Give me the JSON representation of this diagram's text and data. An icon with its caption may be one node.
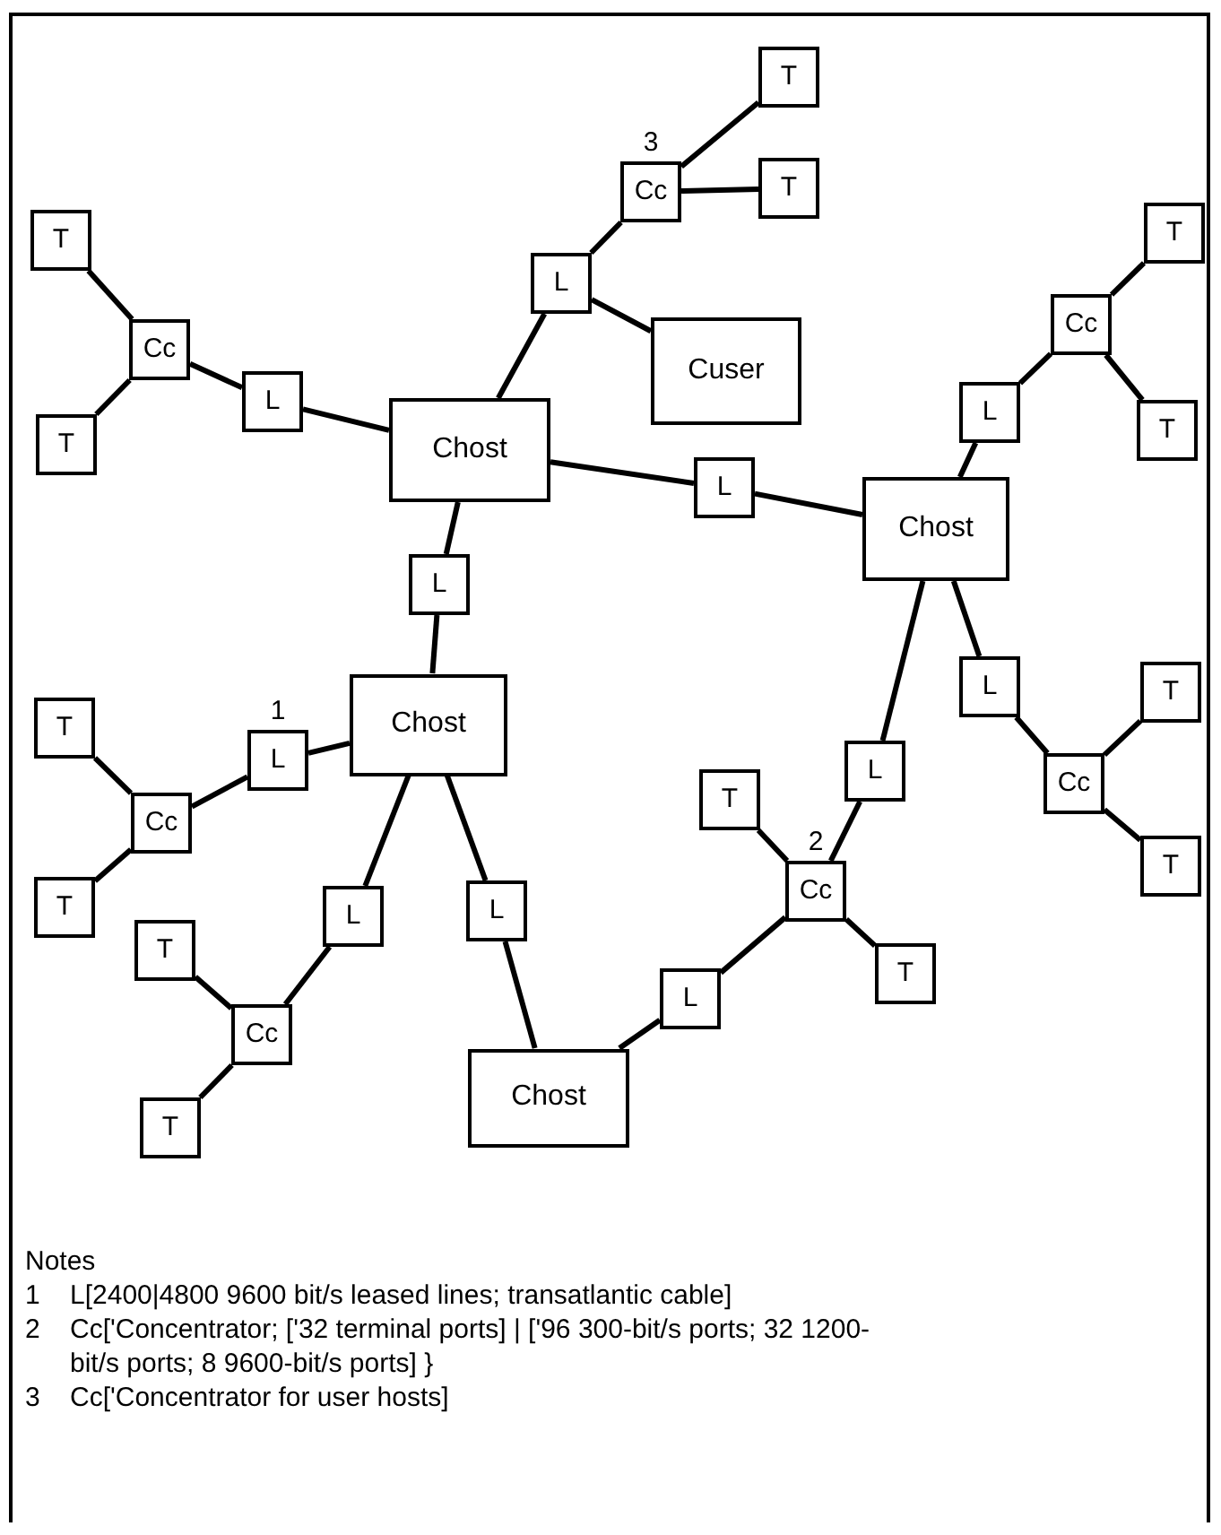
{
  "diagram": {
    "nodes": [
      {
        "text": [
          "T"
        ]
      },
      {
        "text": [
          "Cc"
        ],
        "beside": [
          "3"
        ]
      },
      {
        "text": [
          "T"
        ]
      },
      {
        "text": [
          "T"
        ]
      },
      {
        "text": [
          "T"
        ]
      },
      {
        "text": [
          "L"
        ]
      },
      {
        "text": [
          "Cc"
        ]
      },
      {
        "text": [
          "Cc"
        ]
      },
      {
        "text": [
          "Cuser"
        ]
      },
      {
        "text": [
          "L"
        ]
      },
      {
        "text": [
          "L"
        ]
      },
      {
        "text": [
          "T"
        ]
      },
      {
        "text": [
          "T"
        ]
      },
      {
        "text": [
          "Chost"
        ]
      },
      {
        "text": [
          "L"
        ]
      },
      {
        "text": [
          "Chost"
        ]
      },
      {
        "text": [
          "L"
        ]
      },
      {
        "text": [
          "L"
        ]
      },
      {
        "text": [
          "T"
        ]
      },
      {
        "text": [
          "Chost"
        ]
      },
      {
        "text": [
          "T"
        ]
      },
      {
        "text": [
          "L"
        ],
        "beside": [
          "1"
        ]
      },
      {
        "text": [
          "L"
        ]
      },
      {
        "text": [
          "Cc"
        ]
      },
      {
        "text": [
          "T"
        ]
      },
      {
        "text": [
          "Cc"
        ]
      },
      {
        "text": [
          "T"
        ]
      },
      {
        "text": [
          "Cc"
        ],
        "beside": [
          "2"
        ]
      },
      {
        "text": [
          "T"
        ]
      },
      {
        "text": [
          "L"
        ]
      },
      {
        "text": [
          "L"
        ]
      },
      {
        "text": [
          "T"
        ]
      },
      {
        "text": [
          "T"
        ]
      },
      {
        "text": [
          "L"
        ]
      },
      {
        "text": [
          "Cc"
        ]
      },
      {
        "text": [
          "Chost"
        ]
      },
      {
        "text": [
          "T"
        ]
      }
    ],
    "edges": [
      {
        "from": 1,
        "to": 0,
        "arrow": "none"
      },
      {
        "from": 1,
        "to": 2,
        "arrow": "none"
      },
      {
        "from": 5,
        "to": 1,
        "arrow": "none"
      },
      {
        "from": 13,
        "to": 5,
        "arrow": "none"
      },
      {
        "from": 5,
        "to": 8,
        "arrow": "none"
      },
      {
        "from": 7,
        "to": 4,
        "arrow": "none"
      },
      {
        "from": 7,
        "to": 12,
        "arrow": "none"
      },
      {
        "from": 9,
        "to": 7,
        "arrow": "none"
      },
      {
        "from": 13,
        "to": 9,
        "arrow": "none"
      },
      {
        "from": 13,
        "to": 14,
        "arrow": "none"
      },
      {
        "from": 14,
        "to": 15,
        "arrow": "none"
      },
      {
        "from": 15,
        "to": 10,
        "arrow": "none"
      },
      {
        "from": 10,
        "to": 6,
        "arrow": "none"
      },
      {
        "from": 6,
        "to": 3,
        "arrow": "none"
      },
      {
        "from": 6,
        "to": 11,
        "arrow": "none"
      },
      {
        "from": 13,
        "to": 16,
        "arrow": "none"
      },
      {
        "from": 16,
        "to": 19,
        "arrow": "none"
      },
      {
        "from": 15,
        "to": 17,
        "arrow": "none"
      },
      {
        "from": 17,
        "to": 23,
        "arrow": "none"
      },
      {
        "from": 23,
        "to": 18,
        "arrow": "none"
      },
      {
        "from": 23,
        "to": 26,
        "arrow": "none"
      },
      {
        "from": 15,
        "to": 22,
        "arrow": "none"
      },
      {
        "from": 22,
        "to": 27,
        "arrow": "none"
      },
      {
        "from": 27,
        "to": 24,
        "arrow": "none"
      },
      {
        "from": 27,
        "to": 32,
        "arrow": "none"
      },
      {
        "from": 19,
        "to": 21,
        "arrow": "none"
      },
      {
        "from": 21,
        "to": 25,
        "arrow": "none"
      },
      {
        "from": 25,
        "to": 20,
        "arrow": "none"
      },
      {
        "from": 25,
        "to": 28,
        "arrow": "none"
      },
      {
        "from": 19,
        "to": 30,
        "arrow": "none"
      },
      {
        "from": 30,
        "to": 34,
        "arrow": "none"
      },
      {
        "from": 34,
        "to": 31,
        "arrow": "none"
      },
      {
        "from": 34,
        "to": 36,
        "arrow": "none"
      },
      {
        "from": 19,
        "to": 29,
        "arrow": "none"
      },
      {
        "from": 29,
        "to": 35,
        "arrow": "none"
      },
      {
        "from": 35,
        "to": 33,
        "arrow": "none"
      },
      {
        "from": 33,
        "to": 27,
        "arrow": "none"
      }
    ],
    "labels": [
      "Notes",
      "1",
      "L[2400|4800 9600 bit/s leased lines; transatlantic cable]",
      "2",
      "Cc['Concentrator; ['32 terminal ports] | ['96 300-bit/s ports; 32 1200-bit/s ports; 8 9600-bit/s ports] }",
      "3",
      "Cc['Concentrator for user hosts]"
    ]
  }
}
